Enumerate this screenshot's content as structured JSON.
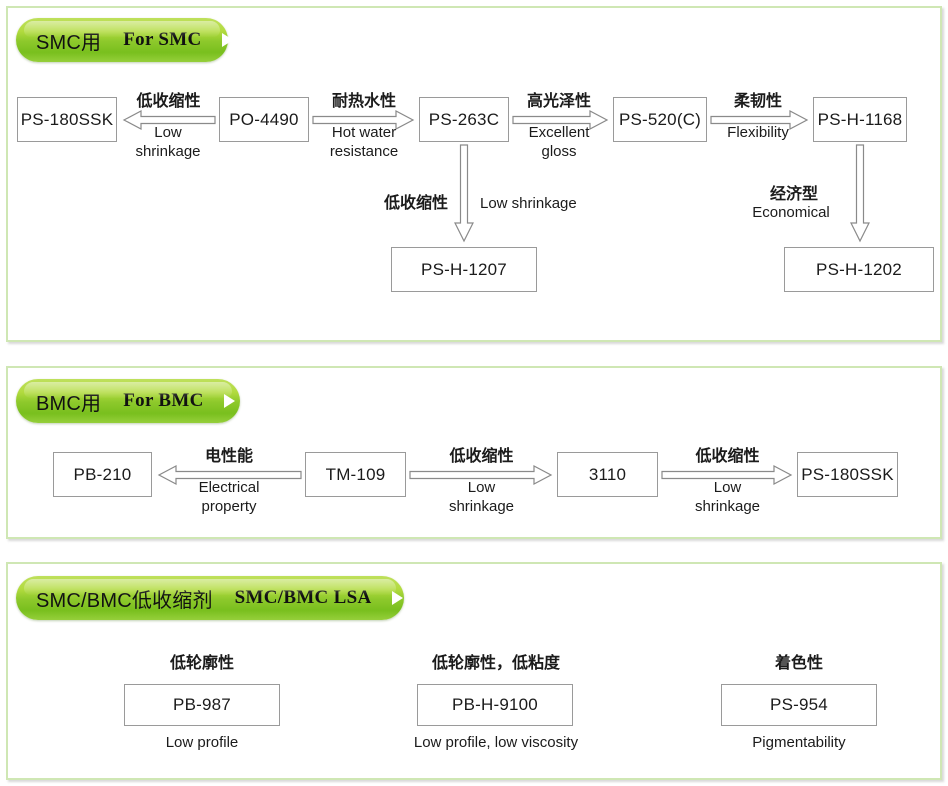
{
  "sections": [
    {
      "id": "smc",
      "title_cn": "SMC用",
      "title_en": "For SMC",
      "nodes": [
        {
          "id": "ps180ssk",
          "label": "PS-180SSK"
        },
        {
          "id": "po4490",
          "label": "PO-4490"
        },
        {
          "id": "ps263c",
          "label": "PS-263C"
        },
        {
          "id": "ps520c",
          "label": "PS-520(C)"
        },
        {
          "id": "psh1168",
          "label": "PS-H-1168"
        },
        {
          "id": "psh1207",
          "label": "PS-H-1207"
        },
        {
          "id": "psh1202",
          "label": "PS-H-1202"
        }
      ],
      "edges": [
        {
          "id": "e1",
          "cn": "低收缩性",
          "en": "Low\nshrinkage",
          "dir": "left",
          "from": "po4490",
          "to": "ps180ssk"
        },
        {
          "id": "e2",
          "cn": "耐热水性",
          "en": "Hot water\nresistance",
          "dir": "right",
          "from": "po4490",
          "to": "ps263c"
        },
        {
          "id": "e3",
          "cn": "高光泽性",
          "en": "Excellent\ngloss",
          "dir": "right",
          "from": "ps263c",
          "to": "ps520c"
        },
        {
          "id": "e4",
          "cn": "柔韧性",
          "en": "Flexibility",
          "dir": "right",
          "from": "ps520c",
          "to": "psh1168"
        },
        {
          "id": "e5",
          "cn": "低收缩性",
          "en": "Low shrinkage",
          "dir": "down",
          "from": "ps263c",
          "to": "psh1207"
        },
        {
          "id": "e6",
          "cn": "经济型",
          "en": "Economical",
          "dir": "down",
          "from": "psh1168",
          "to": "psh1202"
        }
      ]
    },
    {
      "id": "bmc",
      "title_cn": "BMC用",
      "title_en": "For BMC",
      "nodes": [
        {
          "id": "pb210",
          "label": "PB-210"
        },
        {
          "id": "tm109",
          "label": "TM-109"
        },
        {
          "id": "n3110",
          "label": "3110"
        },
        {
          "id": "ps180ssk2",
          "label": "PS-180SSK"
        }
      ],
      "edges": [
        {
          "id": "b1",
          "cn": "电性能",
          "en": "Electrical\nproperty",
          "dir": "left",
          "from": "tm109",
          "to": "pb210"
        },
        {
          "id": "b2",
          "cn": "低收缩性",
          "en": "Low\nshrinkage",
          "dir": "right",
          "from": "tm109",
          "to": "n3110"
        },
        {
          "id": "b3",
          "cn": "低收缩性",
          "en": "Low\nshrinkage",
          "dir": "right",
          "from": "n3110",
          "to": "ps180ssk2"
        }
      ]
    },
    {
      "id": "lsa",
      "title_cn": "SMC/BMC低收缩剂",
      "title_en": "SMC/BMC LSA",
      "items": [
        {
          "id": "pb987",
          "cn": "低轮廓性",
          "label": "PB-987",
          "en": "Low profile"
        },
        {
          "id": "pbh9100",
          "cn": "低轮廓性，低粘度",
          "label": "PB-H-9100",
          "en": "Low profile, low viscosity"
        },
        {
          "id": "ps954",
          "cn": "着色性",
          "label": "PS-954",
          "en": "Pigmentability"
        }
      ]
    }
  ],
  "icons": {
    "pill_arrow": "triangle-right-icon"
  },
  "colors": {
    "pill_green_light": "#bfe05c",
    "pill_green_dark": "#79bf1e",
    "card_border": "#cfe7b4",
    "node_border": "#9a9a9a",
    "arrow_stroke": "#8a8a8a",
    "text": "#1b1b1b",
    "background": "#ffffff"
  }
}
